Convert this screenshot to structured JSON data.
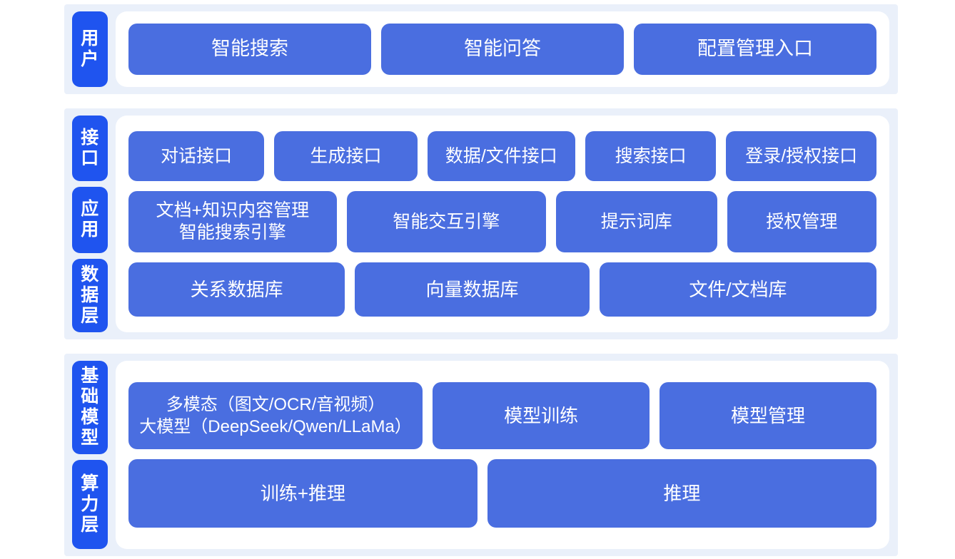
{
  "colors": {
    "page_background": "#ffffff",
    "band_background": "#eaf0fa",
    "panel_background": "#ffffff",
    "rail_tab": "#1f54ef",
    "card": "#4a6ee0",
    "card_text": "#ffffff"
  },
  "sections": [
    {
      "id": "user",
      "rail_labels": [
        "用户"
      ],
      "rows": [
        {
          "id": "user-entries",
          "cards": [
            "智能搜索",
            "智能问答",
            "配置管理入口"
          ]
        }
      ]
    },
    {
      "id": "middle",
      "rail_labels": [
        "接口",
        "应用",
        "数据层"
      ],
      "rows": [
        {
          "id": "api",
          "cards": [
            "对话接口",
            "生成接口",
            "数据/文件接口",
            "搜索接口",
            "登录/授权接口"
          ]
        },
        {
          "id": "application",
          "cards": [
            "文档+知识内容管理\n智能搜索引擎",
            "智能交互引擎",
            "提示词库",
            "授权管理"
          ]
        },
        {
          "id": "data",
          "cards": [
            "关系数据库",
            "向量数据库",
            "文件/文档库"
          ]
        }
      ]
    },
    {
      "id": "bottom",
      "rail_labels": [
        "基础模型",
        "算力层"
      ],
      "rows": [
        {
          "id": "model",
          "cards": [
            "多模态（图文/OCR/音视频）\n大模型（DeepSeek/Qwen/LLaMa）",
            "模型训练",
            "模型管理"
          ]
        },
        {
          "id": "compute",
          "cards": [
            "训练+推理",
            "推理"
          ]
        }
      ]
    }
  ]
}
